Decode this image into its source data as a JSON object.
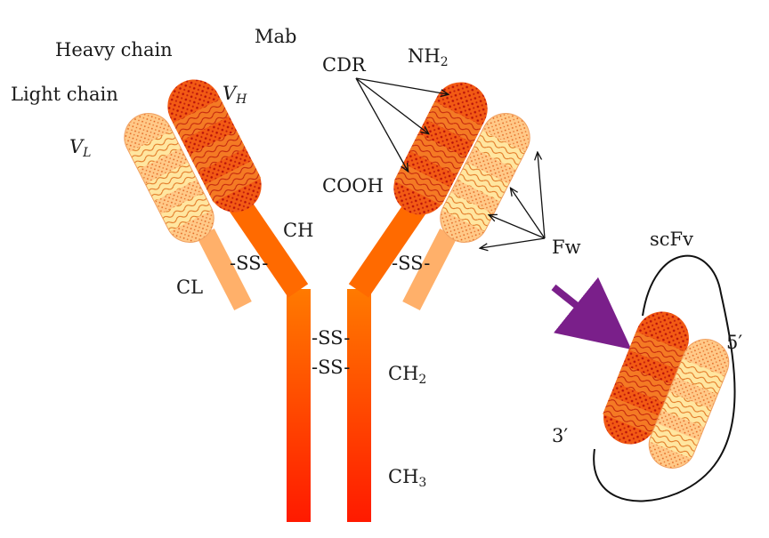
{
  "labels": {
    "heavy_chain": "Heavy chain",
    "light_chain": "Light chain",
    "mab": "Mab",
    "vh_main": "V",
    "vh_sub": "H",
    "vl_main": "V",
    "vl_sub": "L",
    "cdr": "CDR",
    "nh2_main": "NH",
    "nh2_sub": "2",
    "cooh": "COOH",
    "ch": "CH",
    "cl": "CL",
    "ss_left": "-SS-",
    "ss_right": "-SS-",
    "ss_hinge_1": "-SS-",
    "ss_hinge_2": "-SS-",
    "fw": "Fw",
    "scfv": "scFv",
    "ch2_main": "CH",
    "ch2_sub": "2",
    "ch3_main": "CH",
    "ch3_sub": "3",
    "five_prime": "5′",
    "three_prime": "3′"
  },
  "colors": {
    "heavy_constant": "#ff6a00",
    "heavy_stem_bottom": "#ff1a00",
    "light_constant": "#ffb06a",
    "vh_domain": "#ff5a1a",
    "vl_domain": "#ffc27a",
    "scfv_arrow": "#7a1f8a",
    "linker": "#111111"
  }
}
